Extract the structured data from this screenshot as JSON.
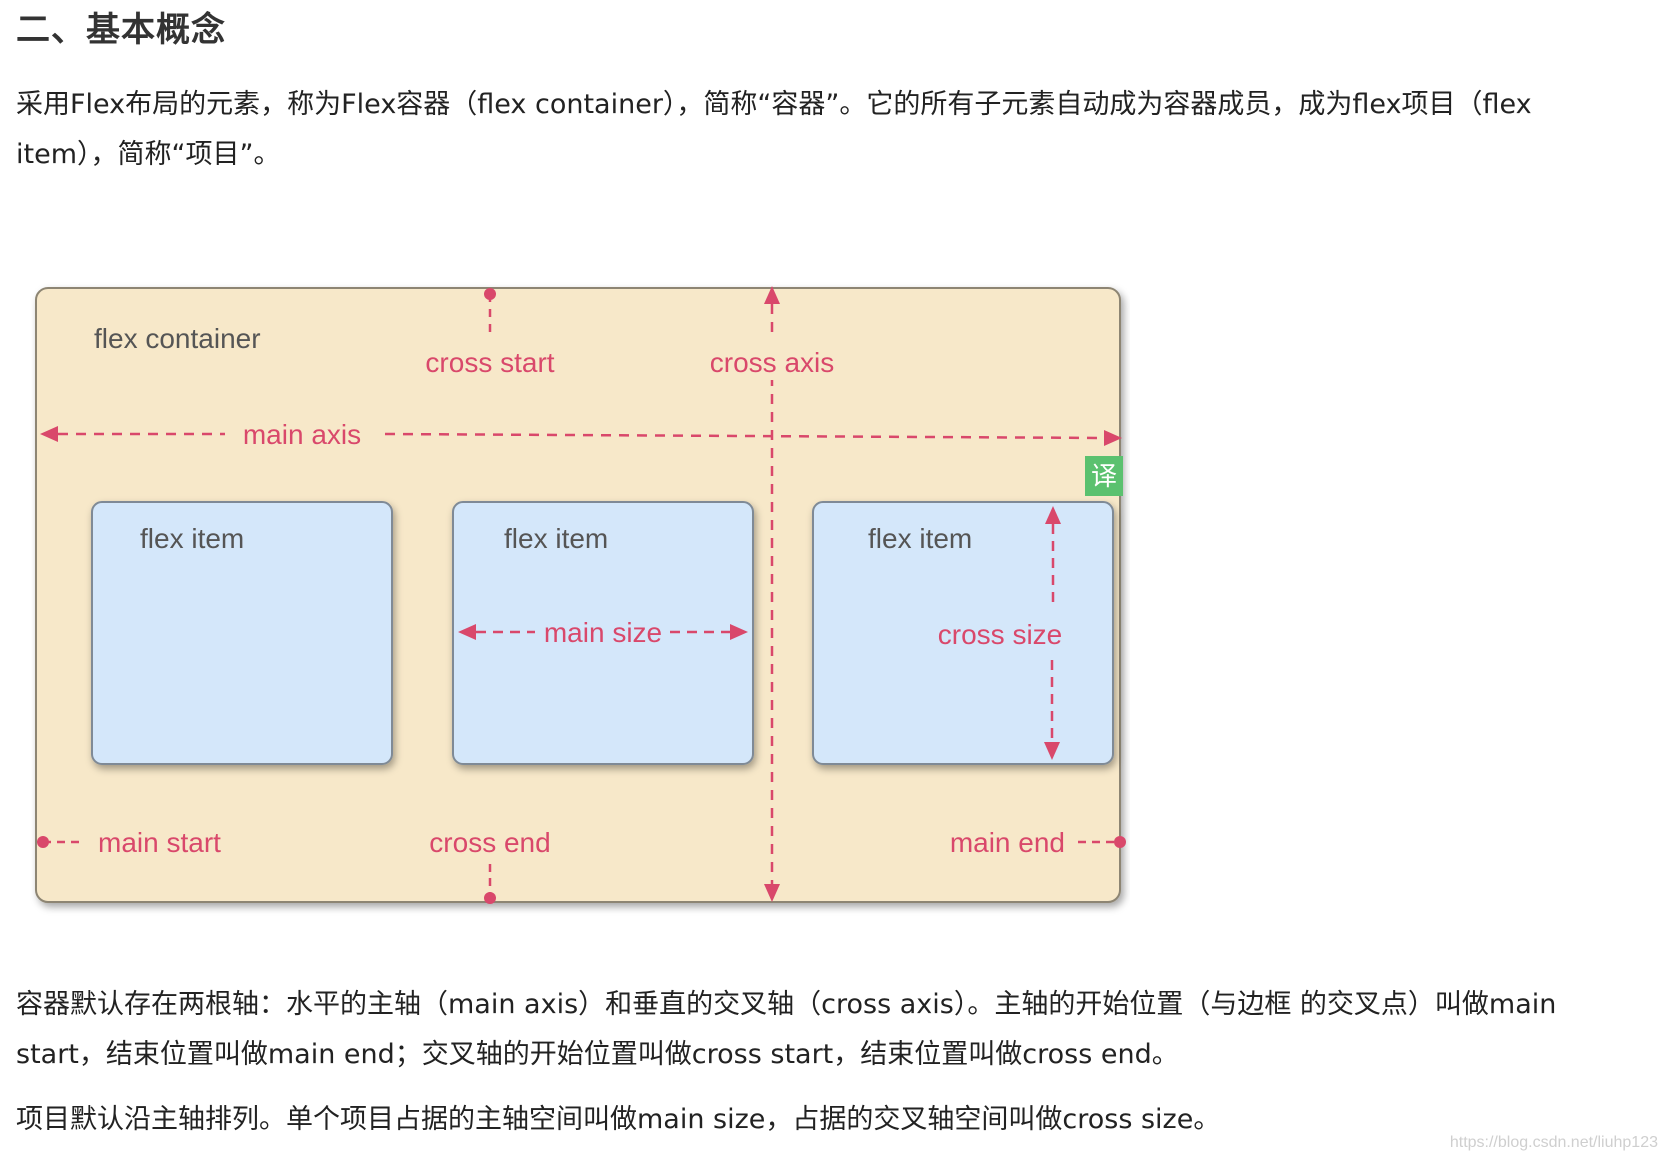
{
  "heading": "二、基本概念",
  "paragraph1": "采用Flex布局的元素，称为Flex容器（flex container），简称“容器”。它的所有子元素自动成为容器成员，成为flex项目（flex item），简称“项目”。",
  "diagram": {
    "container_label": "flex container",
    "cross_start": "cross start",
    "cross_axis": "cross axis",
    "main_axis": "main axis",
    "item1_label": "flex item",
    "item2_label": "flex item",
    "item3_label": "flex item",
    "main_size": "main size",
    "cross_size": "cross size",
    "main_start": "main start",
    "cross_end": "cross end",
    "main_end": "main end",
    "translate_badge": "译",
    "colors": {
      "container_bg": "#f7e8c9",
      "item_bg": "#d4e7fa",
      "annotation": "#d9486b",
      "label": "#555555",
      "badge": "#5bc16f"
    }
  },
  "paragraph2": "容器默认存在两根轴：水平的主轴（main axis）和垂直的交叉轴（cross axis）。主轴的开始位置（与边框 的交叉点）叫做main start，结束位置叫做main end；交叉轴的开始位置叫做cross start，结束位置叫做cross end。",
  "paragraph3": "项目默认沿主轴排列。单个项目占据的主轴空间叫做main size，占据的交叉轴空间叫做cross size。",
  "watermark": "https://blog.csdn.net/liuhp123"
}
